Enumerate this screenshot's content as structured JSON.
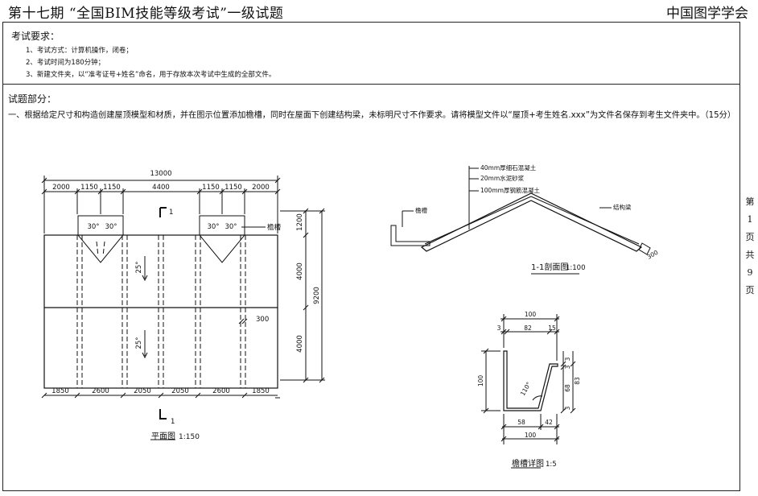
{
  "header": {
    "title": "第十七期 “全国BIM技能等级考试”一级试题",
    "org": "中国图学学会"
  },
  "requirements": {
    "heading": "考试要求：",
    "items": [
      "1、考试方式：计算机操作，闭卷；",
      "2、考试时间为180分钟；",
      "3、新建文件夹，以“准考证号+姓名”命名，用于存放本次考试中生成的全部文件。"
    ]
  },
  "questions": {
    "heading": "试题部分：",
    "q1": "一、根据给定尺寸和构造创建屋顶模型和材质，并在图示位置添加檐槽，同时在屋面下创建结构梁，未标明尺寸不作要求。请将模型文件以“屋顶+考生姓名.xxx”为文件名保存到考生文件夹中。（15分）"
  },
  "pager": [
    "第",
    "1",
    "页",
    "共",
    "9",
    "页"
  ],
  "plan": {
    "total": "13000",
    "top_dims": [
      "2000",
      "1150",
      "1150",
      "4400",
      "1150",
      "1150",
      "2000"
    ],
    "bottom_dims": [
      "1850",
      "2600",
      "2050",
      "2050",
      "2600",
      "1850"
    ],
    "right_dims": [
      "1200",
      "4000",
      "4000"
    ],
    "right_total": "9200",
    "angles": [
      "30°",
      "30°",
      "30°",
      "30°"
    ],
    "slopes": [
      "25°",
      "25°"
    ],
    "dim_300": "300",
    "gutter_label": "檐槽",
    "section_mark": "1",
    "title": "平面图",
    "scale": "1:150"
  },
  "section": {
    "layers": [
      "40mm厚细石混凝土",
      "20mm水泥砂浆",
      "100mm厚钢筋混凝土"
    ],
    "gutter_label": "檐槽",
    "beam_label": "结构梁",
    "dim": "300",
    "title": "1-1剖面图",
    "scale": "1:100"
  },
  "detail": {
    "top_total": "100",
    "top_dims": [
      "3",
      "82",
      "15"
    ],
    "left_dim": "100",
    "right_dims": [
      "3",
      "3",
      "68",
      "83",
      "3"
    ],
    "angle": "110°",
    "bottom_dims": [
      "58",
      "42"
    ],
    "bottom_total": "100",
    "title": "檐槽详图",
    "scale": "1:5"
  }
}
